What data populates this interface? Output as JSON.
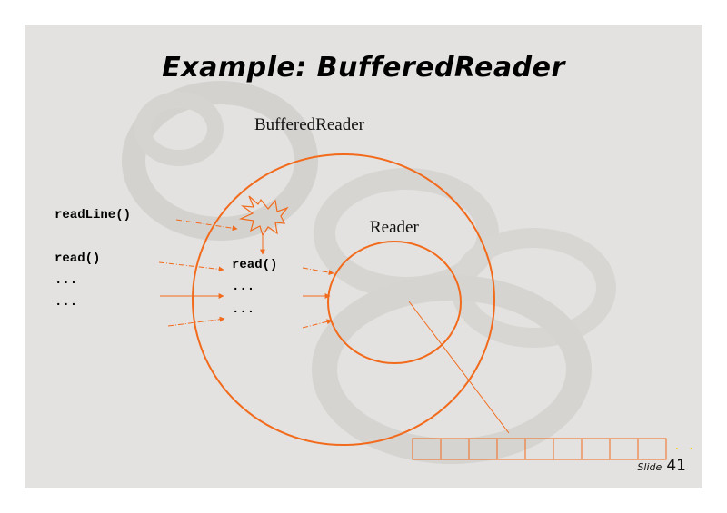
{
  "slide": {
    "title": "Example: BufferedReader",
    "slide_label": "Slide",
    "slide_number": "41"
  },
  "diagram": {
    "outer_label": "BufferedReader",
    "inner_label": "Reader",
    "left_methods": [
      "readLine()",
      "read()",
      "...",
      "..."
    ],
    "inner_methods": [
      "read()",
      "...",
      "..."
    ],
    "buffer_ellipsis": ". . .",
    "buffer_cells": 9
  },
  "colors": {
    "accent": "#f26a1b",
    "slide_bg": "#e3e2e0"
  }
}
